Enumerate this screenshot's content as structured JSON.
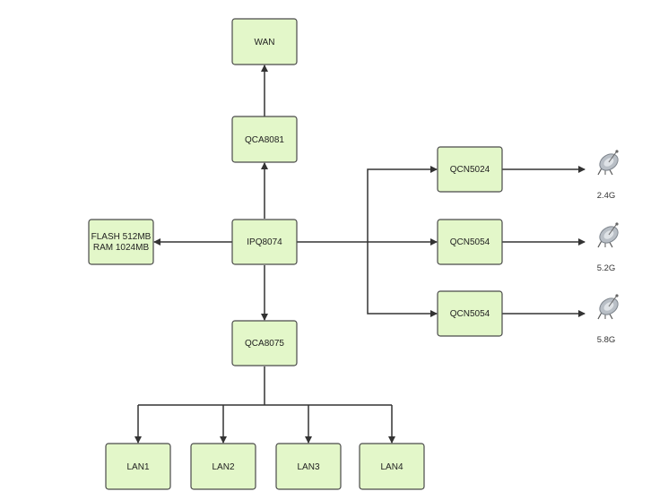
{
  "nodes": {
    "wan": "WAN",
    "qca8081": "QCA8081",
    "flash": "FLASH 512MB",
    "ram": "RAM 1024MB",
    "ipq8074": "IPQ8074",
    "qca8075": "QCA8075",
    "qcn5024": "QCN5024",
    "qcn5054_a": "QCN5054",
    "qcn5054_b": "QCN5054",
    "lan1": "LAN1",
    "lan2": "LAN2",
    "lan3": "LAN3",
    "lan4": "LAN4"
  },
  "antennas": {
    "band_24": "2.4G",
    "band_52": "5.2G",
    "band_58": "5.8G"
  },
  "icons": {
    "antenna": "satellite-dish-icon"
  },
  "colors": {
    "node_fill": "#e3f7c9",
    "node_border": "#4a4a4a",
    "edge": "#333333"
  }
}
